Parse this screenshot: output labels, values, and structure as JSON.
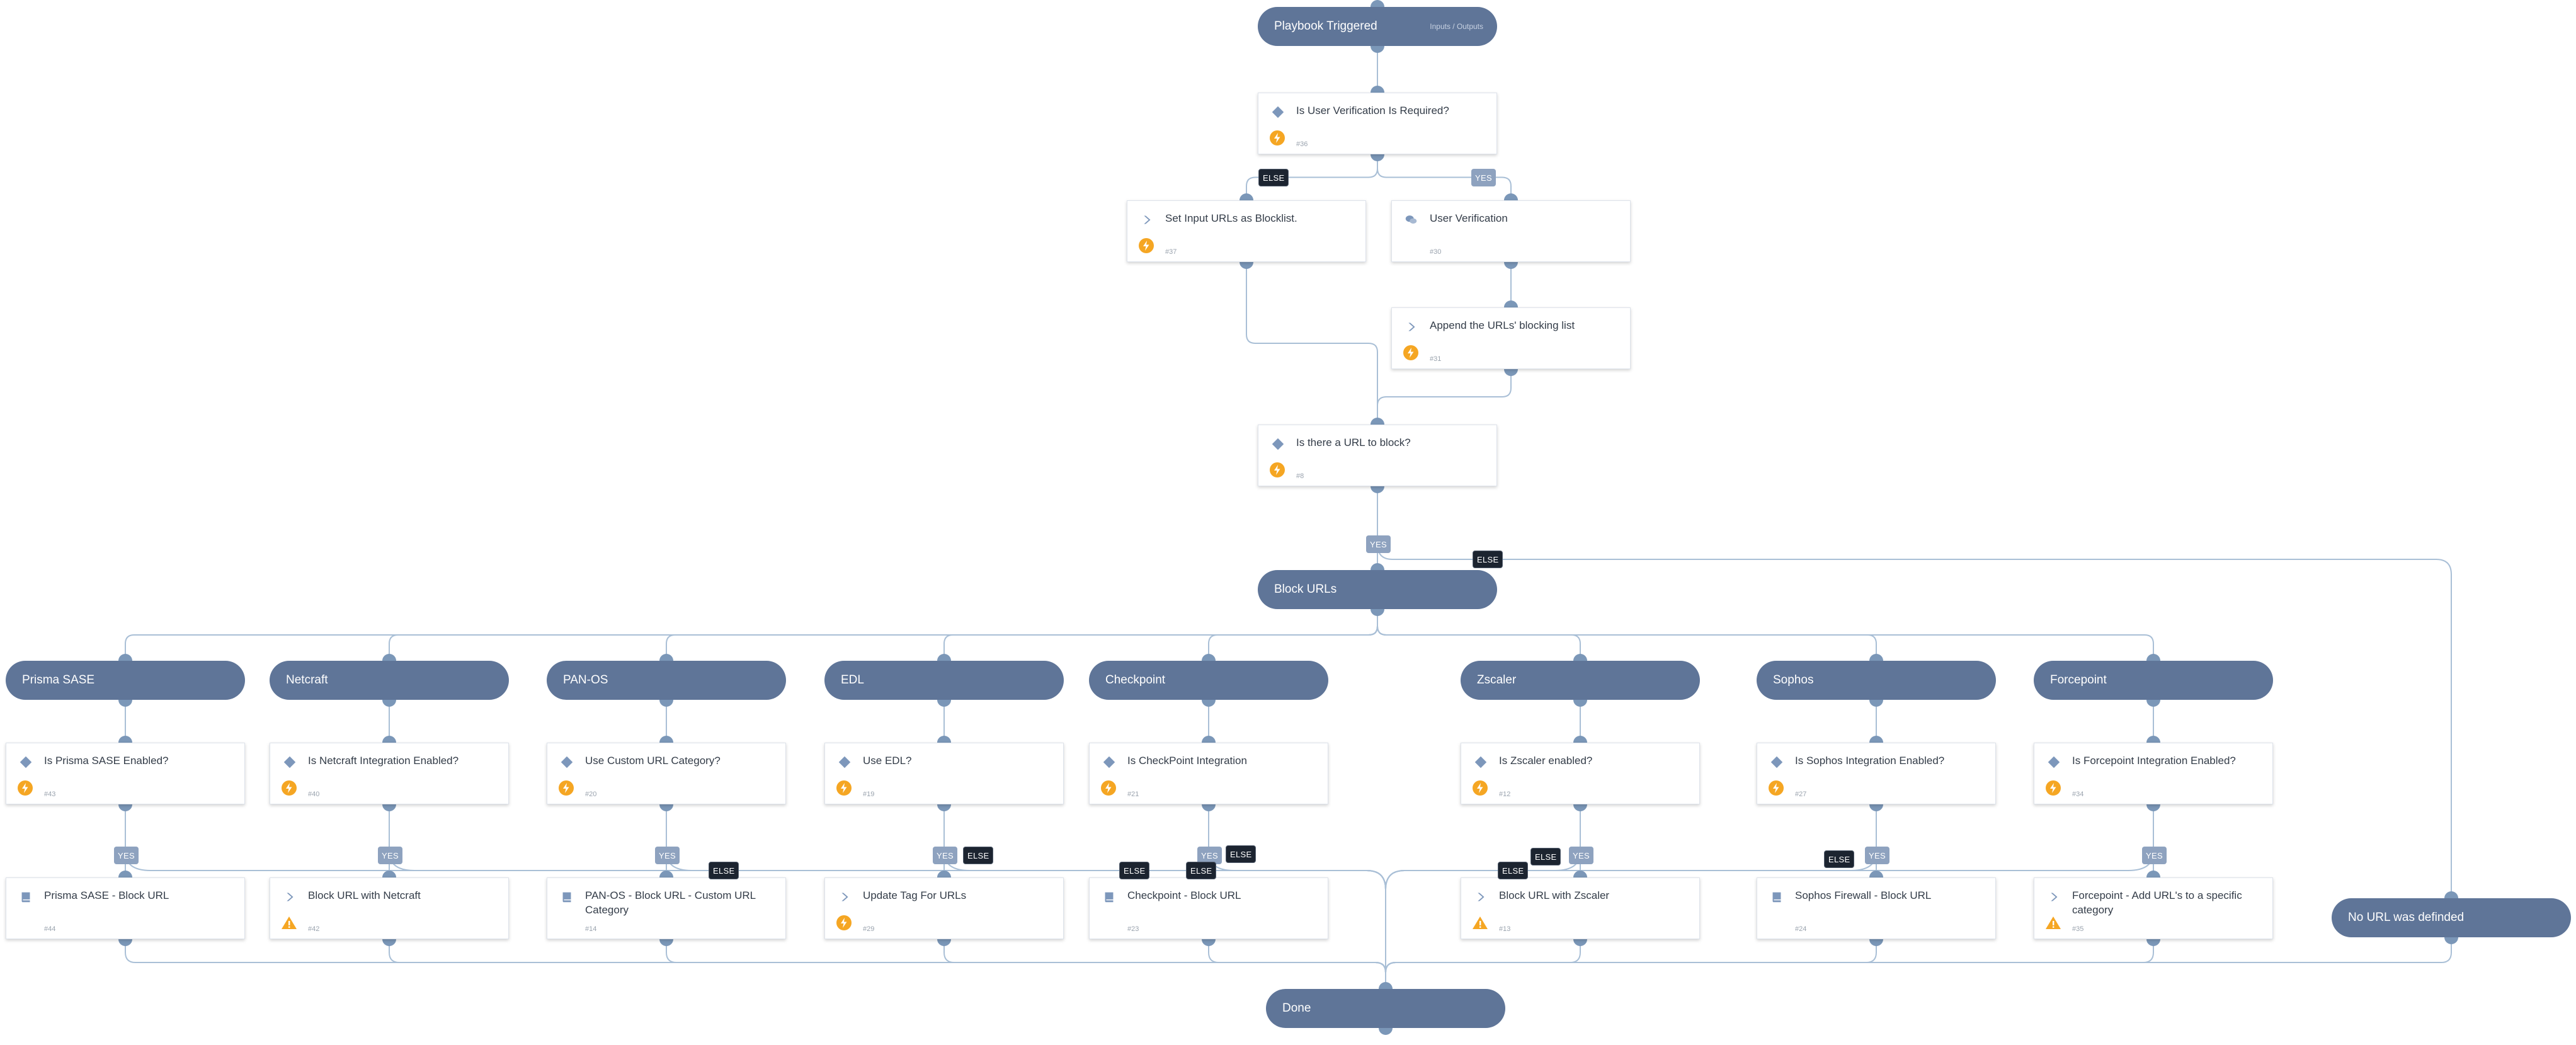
{
  "colors": {
    "section": "#5f7598",
    "edge": "#a9bfd6",
    "port": "#7b97b8",
    "bolt": "#f5a623",
    "else_label": "#1c2430",
    "yes_label": "#8ea2bf"
  },
  "nodes": [
    {
      "id": "start",
      "kind": "section",
      "name": "Playbook Triggered",
      "extra": "Inputs / Outputs"
    },
    {
      "id": "t36",
      "kind": "task",
      "name": "Is User Verification Is Required?",
      "tid": "#36",
      "top": "diamond",
      "bottom": "bolt"
    },
    {
      "id": "t37",
      "kind": "task",
      "name": "Set Input URLs as Blocklist.",
      "tid": "#37",
      "top": "chevron",
      "bottom": "bolt"
    },
    {
      "id": "t30",
      "kind": "task",
      "name": "User Verification",
      "tid": "#30",
      "top": "chat",
      "bottom": ""
    },
    {
      "id": "t31",
      "kind": "task",
      "name": "Append the URLs' blocking list",
      "tid": "#31",
      "top": "chevron",
      "bottom": "bolt"
    },
    {
      "id": "t8",
      "kind": "task",
      "name": "Is there a URL to block?",
      "tid": "#8",
      "top": "diamond",
      "bottom": "bolt"
    },
    {
      "id": "block",
      "kind": "section",
      "name": "Block URLs"
    },
    {
      "id": "s_prisma",
      "kind": "section",
      "name": "Prisma SASE"
    },
    {
      "id": "s_netcraft",
      "kind": "section",
      "name": "Netcraft"
    },
    {
      "id": "s_panos",
      "kind": "section",
      "name": "PAN-OS"
    },
    {
      "id": "s_edl",
      "kind": "section",
      "name": "EDL"
    },
    {
      "id": "s_checkpoint",
      "kind": "section",
      "name": "Checkpoint"
    },
    {
      "id": "s_zscaler",
      "kind": "section",
      "name": "Zscaler"
    },
    {
      "id": "s_sophos",
      "kind": "section",
      "name": "Sophos"
    },
    {
      "id": "s_forcepoint",
      "kind": "section",
      "name": "Forcepoint"
    },
    {
      "id": "c43",
      "kind": "task",
      "name": "Is Prisma SASE Enabled?",
      "tid": "#43",
      "top": "diamond",
      "bottom": "bolt"
    },
    {
      "id": "c40",
      "kind": "task",
      "name": "Is Netcraft Integration Enabled?",
      "tid": "#40",
      "top": "diamond",
      "bottom": "bolt"
    },
    {
      "id": "c20",
      "kind": "task",
      "name": "Use Custom URL Category?",
      "tid": "#20",
      "top": "diamond",
      "bottom": "bolt"
    },
    {
      "id": "c19",
      "kind": "task",
      "name": "Use EDL?",
      "tid": "#19",
      "top": "diamond",
      "bottom": "bolt"
    },
    {
      "id": "c21",
      "kind": "task",
      "name": "Is CheckPoint Integration",
      "tid": "#21",
      "top": "diamond",
      "bottom": "bolt"
    },
    {
      "id": "c12",
      "kind": "task",
      "name": "Is Zscaler enabled?",
      "tid": "#12",
      "top": "diamond",
      "bottom": "bolt"
    },
    {
      "id": "c27",
      "kind": "task",
      "name": "Is Sophos Integration Enabled?",
      "tid": "#27",
      "top": "diamond",
      "bottom": "bolt"
    },
    {
      "id": "c34",
      "kind": "task",
      "name": "Is Forcepoint Integration Enabled?",
      "tid": "#34",
      "top": "diamond",
      "bottom": "bolt"
    },
    {
      "id": "a44",
      "kind": "task",
      "name": "Prisma SASE - Block URL",
      "tid": "#44",
      "top": "book",
      "bottom": ""
    },
    {
      "id": "a42",
      "kind": "task",
      "name": "Block URL with Netcraft",
      "tid": "#42",
      "top": "chevron",
      "bottom": "warn"
    },
    {
      "id": "a14",
      "kind": "task",
      "name": "PAN-OS - Block URL - Custom URL Category",
      "tid": "#14",
      "top": "book",
      "bottom": ""
    },
    {
      "id": "a29",
      "kind": "task",
      "name": "Update Tag For URLs",
      "tid": "#29",
      "top": "chevron",
      "bottom": "bolt"
    },
    {
      "id": "a23",
      "kind": "task",
      "name": "Checkpoint - Block URL",
      "tid": "#23",
      "top": "book",
      "bottom": ""
    },
    {
      "id": "a13",
      "kind": "task",
      "name": "Block URL with Zscaler",
      "tid": "#13",
      "top": "chevron",
      "bottom": "warn"
    },
    {
      "id": "a24",
      "kind": "task",
      "name": "Sophos Firewall - Block URL",
      "tid": "#24",
      "top": "book",
      "bottom": ""
    },
    {
      "id": "a35",
      "kind": "task",
      "name": "Forcepoint - Add URL's to a specific category",
      "tid": "#35",
      "top": "chevron",
      "bottom": "warn"
    },
    {
      "id": "nourl",
      "kind": "section",
      "name": "No URL was definded"
    },
    {
      "id": "done",
      "kind": "section",
      "name": "Done"
    }
  ],
  "edges": [
    {
      "from": "start",
      "to": "t36",
      "label": ""
    },
    {
      "from": "t36",
      "to": "t37",
      "label": "ELSE"
    },
    {
      "from": "t36",
      "to": "t30",
      "label": "YES"
    },
    {
      "from": "t30",
      "to": "t31",
      "label": ""
    },
    {
      "from": "t37",
      "to": "t8",
      "label": ""
    },
    {
      "from": "t31",
      "to": "t8",
      "label": ""
    },
    {
      "from": "t8",
      "to": "block",
      "label": "YES"
    },
    {
      "from": "t8",
      "to": "nourl",
      "label": "ELSE"
    },
    {
      "from": "block",
      "to": "s_prisma",
      "label": ""
    },
    {
      "from": "block",
      "to": "s_netcraft",
      "label": ""
    },
    {
      "from": "block",
      "to": "s_panos",
      "label": ""
    },
    {
      "from": "block",
      "to": "s_edl",
      "label": ""
    },
    {
      "from": "block",
      "to": "s_checkpoint",
      "label": ""
    },
    {
      "from": "block",
      "to": "s_zscaler",
      "label": ""
    },
    {
      "from": "block",
      "to": "s_sophos",
      "label": ""
    },
    {
      "from": "block",
      "to": "s_forcepoint",
      "label": ""
    },
    {
      "from": "s_prisma",
      "to": "c43",
      "label": ""
    },
    {
      "from": "s_netcraft",
      "to": "c40",
      "label": ""
    },
    {
      "from": "s_panos",
      "to": "c20",
      "label": ""
    },
    {
      "from": "s_edl",
      "to": "c19",
      "label": ""
    },
    {
      "from": "s_checkpoint",
      "to": "c21",
      "label": ""
    },
    {
      "from": "s_zscaler",
      "to": "c12",
      "label": ""
    },
    {
      "from": "s_sophos",
      "to": "c27",
      "label": ""
    },
    {
      "from": "s_forcepoint",
      "to": "c34",
      "label": ""
    },
    {
      "from": "c43",
      "to": "a44",
      "label": "YES"
    },
    {
      "from": "c40",
      "to": "a42",
      "label": "YES"
    },
    {
      "from": "c20",
      "to": "a14",
      "label": "YES"
    },
    {
      "from": "c19",
      "to": "a29",
      "label": "YES"
    },
    {
      "from": "c21",
      "to": "a23",
      "label": "YES"
    },
    {
      "from": "c12",
      "to": "a13",
      "label": "YES"
    },
    {
      "from": "c27",
      "to": "a24",
      "label": "YES"
    },
    {
      "from": "c34",
      "to": "a35",
      "label": "YES"
    },
    {
      "from": "c43",
      "to": "done",
      "label": ""
    },
    {
      "from": "c40",
      "to": "done",
      "label": ""
    },
    {
      "from": "c20",
      "to": "done",
      "label": "ELSE"
    },
    {
      "from": "c19",
      "to": "done",
      "label": "ELSE"
    },
    {
      "from": "c21",
      "to": "done",
      "label": "ELSE"
    },
    {
      "from": "c12",
      "to": "done",
      "label": "ELSE"
    },
    {
      "from": "c27",
      "to": "done",
      "label": "ELSE"
    },
    {
      "from": "c34",
      "to": "done",
      "label": ""
    },
    {
      "from": "a44",
      "to": "done",
      "label": ""
    },
    {
      "from": "a42",
      "to": "done",
      "label": ""
    },
    {
      "from": "a14",
      "to": "done",
      "label": ""
    },
    {
      "from": "a29",
      "to": "done",
      "label": ""
    },
    {
      "from": "a23",
      "to": "done",
      "label": ""
    },
    {
      "from": "a13",
      "to": "done",
      "label": ""
    },
    {
      "from": "a24",
      "to": "done",
      "label": ""
    },
    {
      "from": "a35",
      "to": "done",
      "label": ""
    },
    {
      "from": "nourl",
      "to": "done",
      "label": ""
    }
  ]
}
